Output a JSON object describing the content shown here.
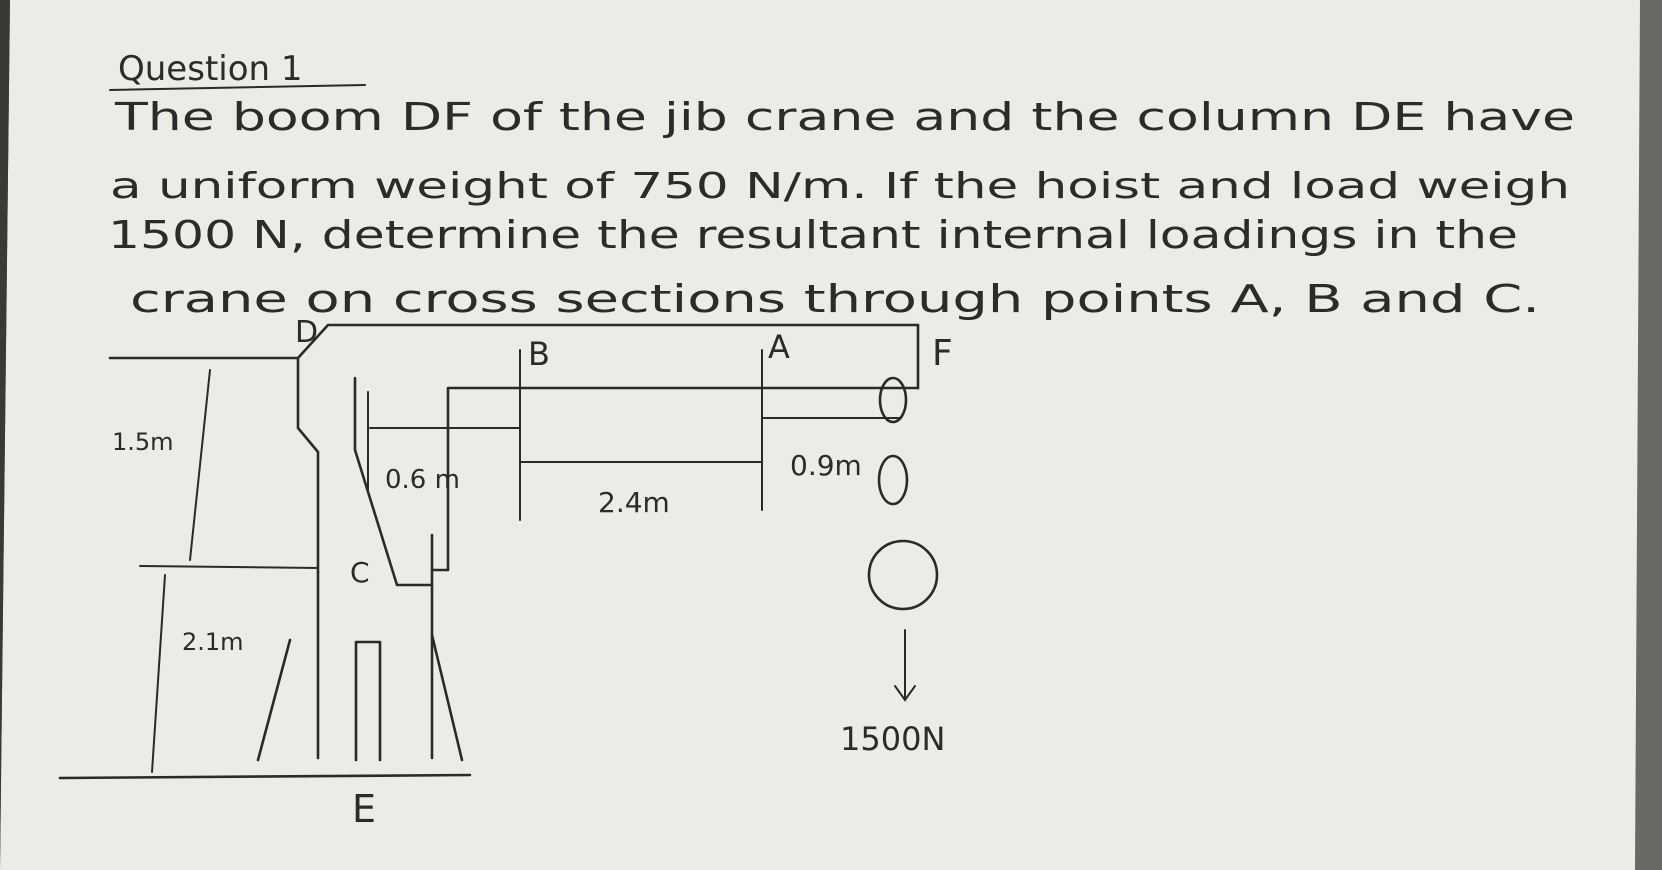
{
  "question": {
    "title": "Question 1",
    "lines": [
      "The boom DF of the jib crane and the column DE have",
      "a uniform weight of 750 N/m. If the hoist and load weigh",
      "1500 N, determine the resultant internal loadings in the",
      "crane on cross sections through points A, B and C."
    ]
  },
  "figure": {
    "points": {
      "D": "D",
      "B": "B",
      "A": "A",
      "F": "F",
      "C": "C",
      "E": "E"
    },
    "dimensions": {
      "height_upper": "1.5m",
      "height_lower": "2.1m",
      "span_1": "0.6 m",
      "span_2": "2.4m",
      "span_3": "0.9m"
    },
    "load": "1500N"
  },
  "colors": {
    "paper": "#ecebe6",
    "ink": "#2a2a2a",
    "background": "#6a6862"
  }
}
